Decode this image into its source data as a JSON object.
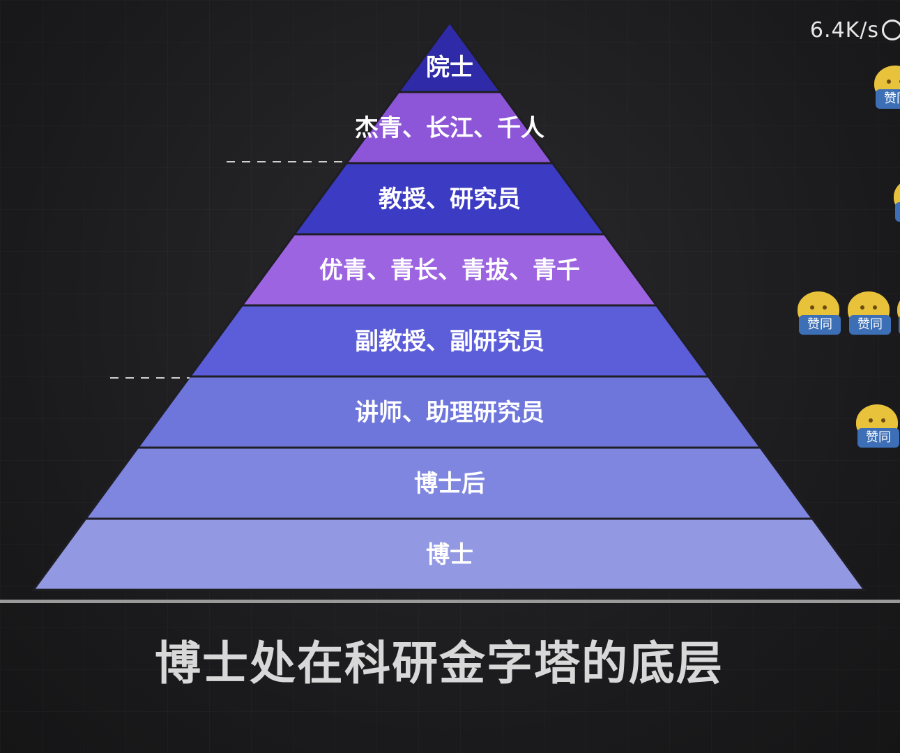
{
  "network_speed": "6.4K/s",
  "pyramid": {
    "tiers": [
      {
        "label": "院士",
        "color": "#2f2ba8"
      },
      {
        "label": "杰青、长江、千人",
        "color": "#8d56d8"
      },
      {
        "label": "教授、研究员",
        "color": "#3c3bc4"
      },
      {
        "label": "优青、青长、青拔、青千",
        "color": "#9c64e0"
      },
      {
        "label": "副教授、副研究员",
        "color": "#5b5ed8"
      },
      {
        "label": "讲师、助理研究员",
        "color": "#6e76dc"
      },
      {
        "label": "博士后",
        "color": "#7e86e0"
      },
      {
        "label": "博士",
        "color": "#9299e2"
      }
    ]
  },
  "caption": "博士处在科研金字塔的底层",
  "reactions": [
    {
      "label": "赞同"
    },
    {
      "label": "赞同"
    },
    {
      "label": "赞同"
    },
    {
      "label": "赞同"
    },
    {
      "label": "赞同"
    },
    {
      "label": "赞同"
    }
  ],
  "colors": {
    "background": "#1c1c1e",
    "caption_text": "#d8d8d8",
    "reaction_bubble": "#3d6fb6",
    "reaction_face": "#e7c23a"
  }
}
